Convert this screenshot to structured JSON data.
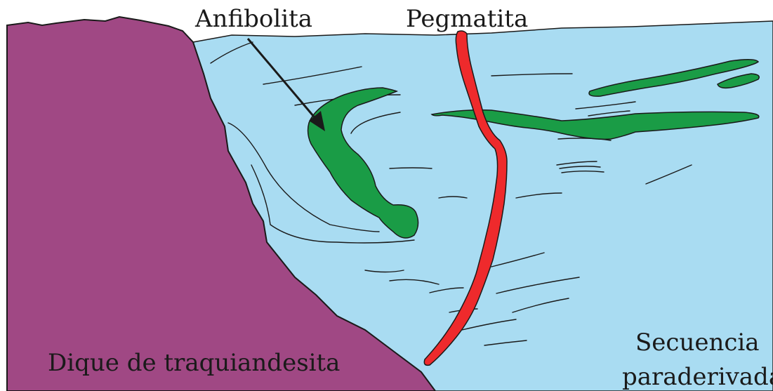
{
  "labels": {
    "anfibolita": "Anfibolita",
    "pegmatita": "Pegmatita",
    "dique": "Dique de traquiandesita",
    "secuencia_line1": "Secuencia",
    "secuencia_line2": "paraderivada"
  },
  "colors": {
    "dique": "#a04884",
    "secuencia": "#a9dcf2",
    "anfibolita": "#1a9c46",
    "pegmatita": "#ee2a2c",
    "outline": "#1a1a1a"
  }
}
